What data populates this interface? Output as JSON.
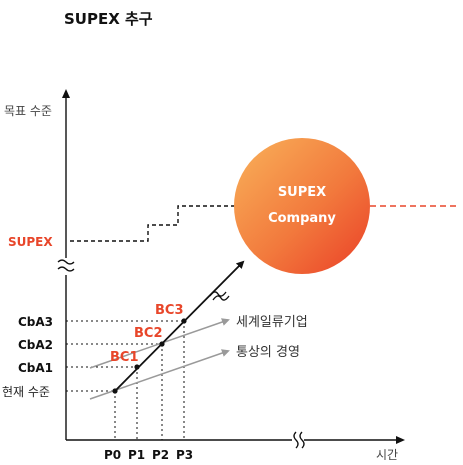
{
  "title": "SUPEX 추구",
  "axes": {
    "y_label": "목표 수준",
    "x_label": "시간"
  },
  "y_levels": {
    "supex": "SUPEX",
    "cba3": "CbA3",
    "cba2": "CbA2",
    "cba1": "CbA1",
    "current": "현재 수준"
  },
  "x_points": [
    "P0",
    "P1",
    "P2",
    "P3"
  ],
  "bc_labels": [
    "BC1",
    "BC2",
    "BC3"
  ],
  "trend_lines": {
    "world_class": "세계일류기업",
    "ordinary": "통상의 경영"
  },
  "supex_company": {
    "line1": "SUPEX",
    "line2": "Company"
  },
  "colors": {
    "accent": "#e8462a",
    "circle_start": "#f8a552",
    "circle_end": "#ee4a2a",
    "line_gray": "#9a9a9a",
    "ink": "#111111"
  }
}
